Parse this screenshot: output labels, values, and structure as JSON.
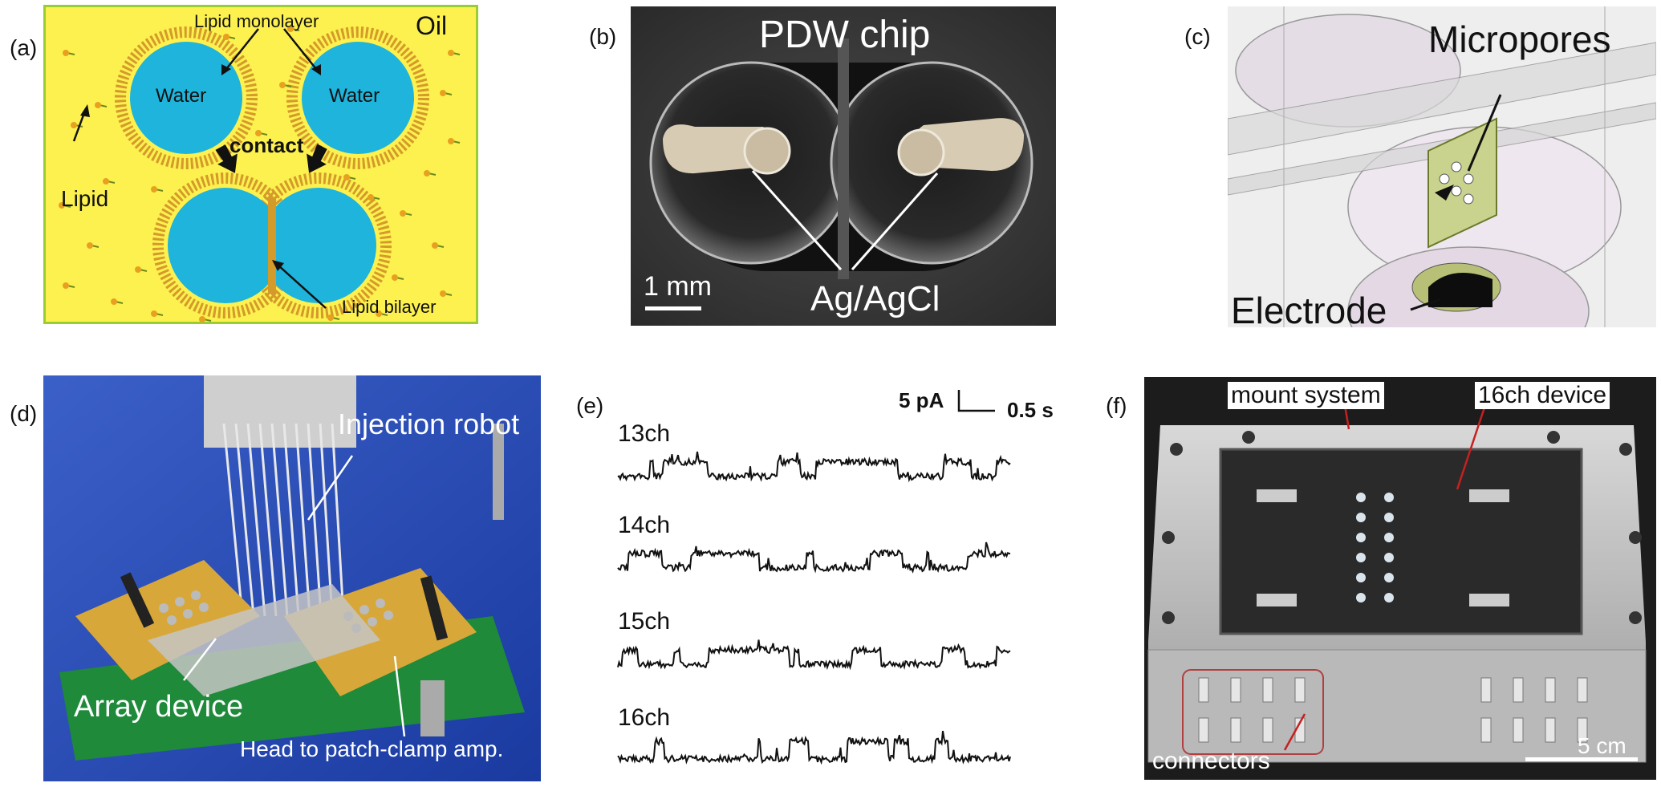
{
  "panels": {
    "a": {
      "letter": "(a)",
      "oil": "Oil",
      "lipid_monolayer": "Lipid monolayer",
      "water_left": "Water",
      "water_right": "Water",
      "contact": "contact",
      "lipid": "Lipid",
      "lipid_bilayer": "Lipid bilayer",
      "colors": {
        "background": "#fdf14f",
        "water": "#1eb4dc",
        "border": "#9acd32"
      }
    },
    "b": {
      "letter": "(b)",
      "title": "PDW chip",
      "scale": "1 mm",
      "electrode": "Ag/AgCl"
    },
    "c": {
      "letter": "(c)",
      "micropores": "Micropores",
      "electrode": "Electrode"
    },
    "d": {
      "letter": "(d)",
      "injection_robot": "Injection robot",
      "array_device": "Array device",
      "head": "Head to patch-clamp amp."
    },
    "e": {
      "letter": "(e)",
      "scale_current": "5 pA",
      "scale_time": "0.5 s",
      "channels": [
        "13ch",
        "14ch",
        "15ch",
        "16ch"
      ]
    },
    "f": {
      "letter": "(f)",
      "mount": "mount system",
      "device": "16ch device",
      "connectors": "connectors",
      "scale": "5 cm"
    }
  }
}
